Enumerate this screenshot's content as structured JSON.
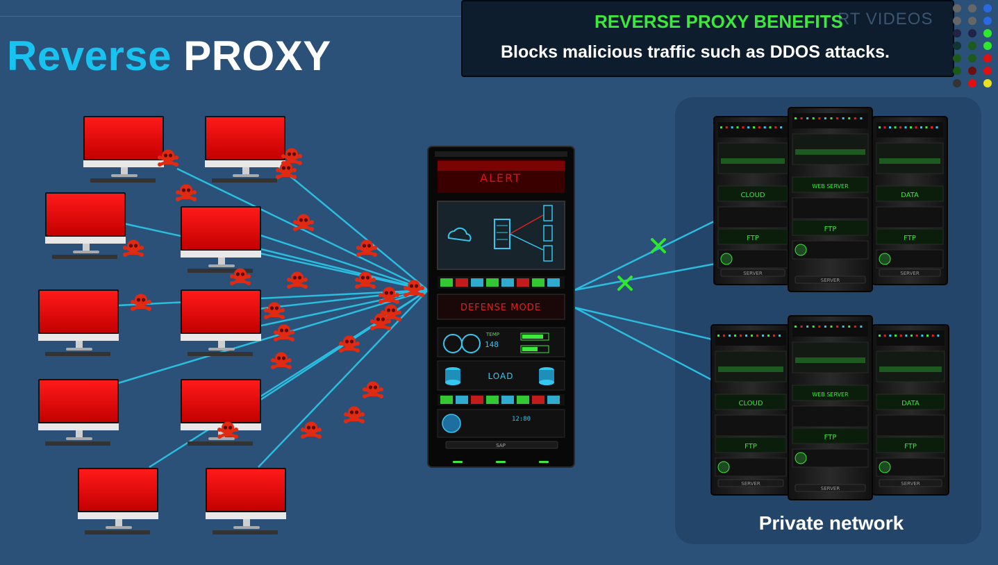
{
  "title": {
    "part1": "Reverse",
    "part2": "PROXY"
  },
  "banner": {
    "heading": "REVERSE PROXY BENEFITS",
    "body": "Blocks malicious traffic such as DDOS attacks.",
    "watermark": "RT VIDEOS"
  },
  "proxy": {
    "header": "ALERT",
    "mode": "DEFENSE MODE",
    "load_label": "LOAD",
    "temp_label": "TEMP",
    "temp_value": "148",
    "counter": "12:80",
    "footer": "SAP"
  },
  "server_group": {
    "label": "Private network",
    "rack_labels": [
      "CLOUD",
      "WEB SERVER",
      "DATA"
    ],
    "ftp_label": "FTP",
    "footer_label": "SERVER"
  },
  "colors": {
    "background": "#2c5179",
    "title_accent": "#18c3f0",
    "monitor_screen": "#e00000",
    "skull": "#e02a12",
    "connection_line": "#2bbde0",
    "blocked_marker": "#2ee82e",
    "banner_heading": "#3be83b"
  }
}
